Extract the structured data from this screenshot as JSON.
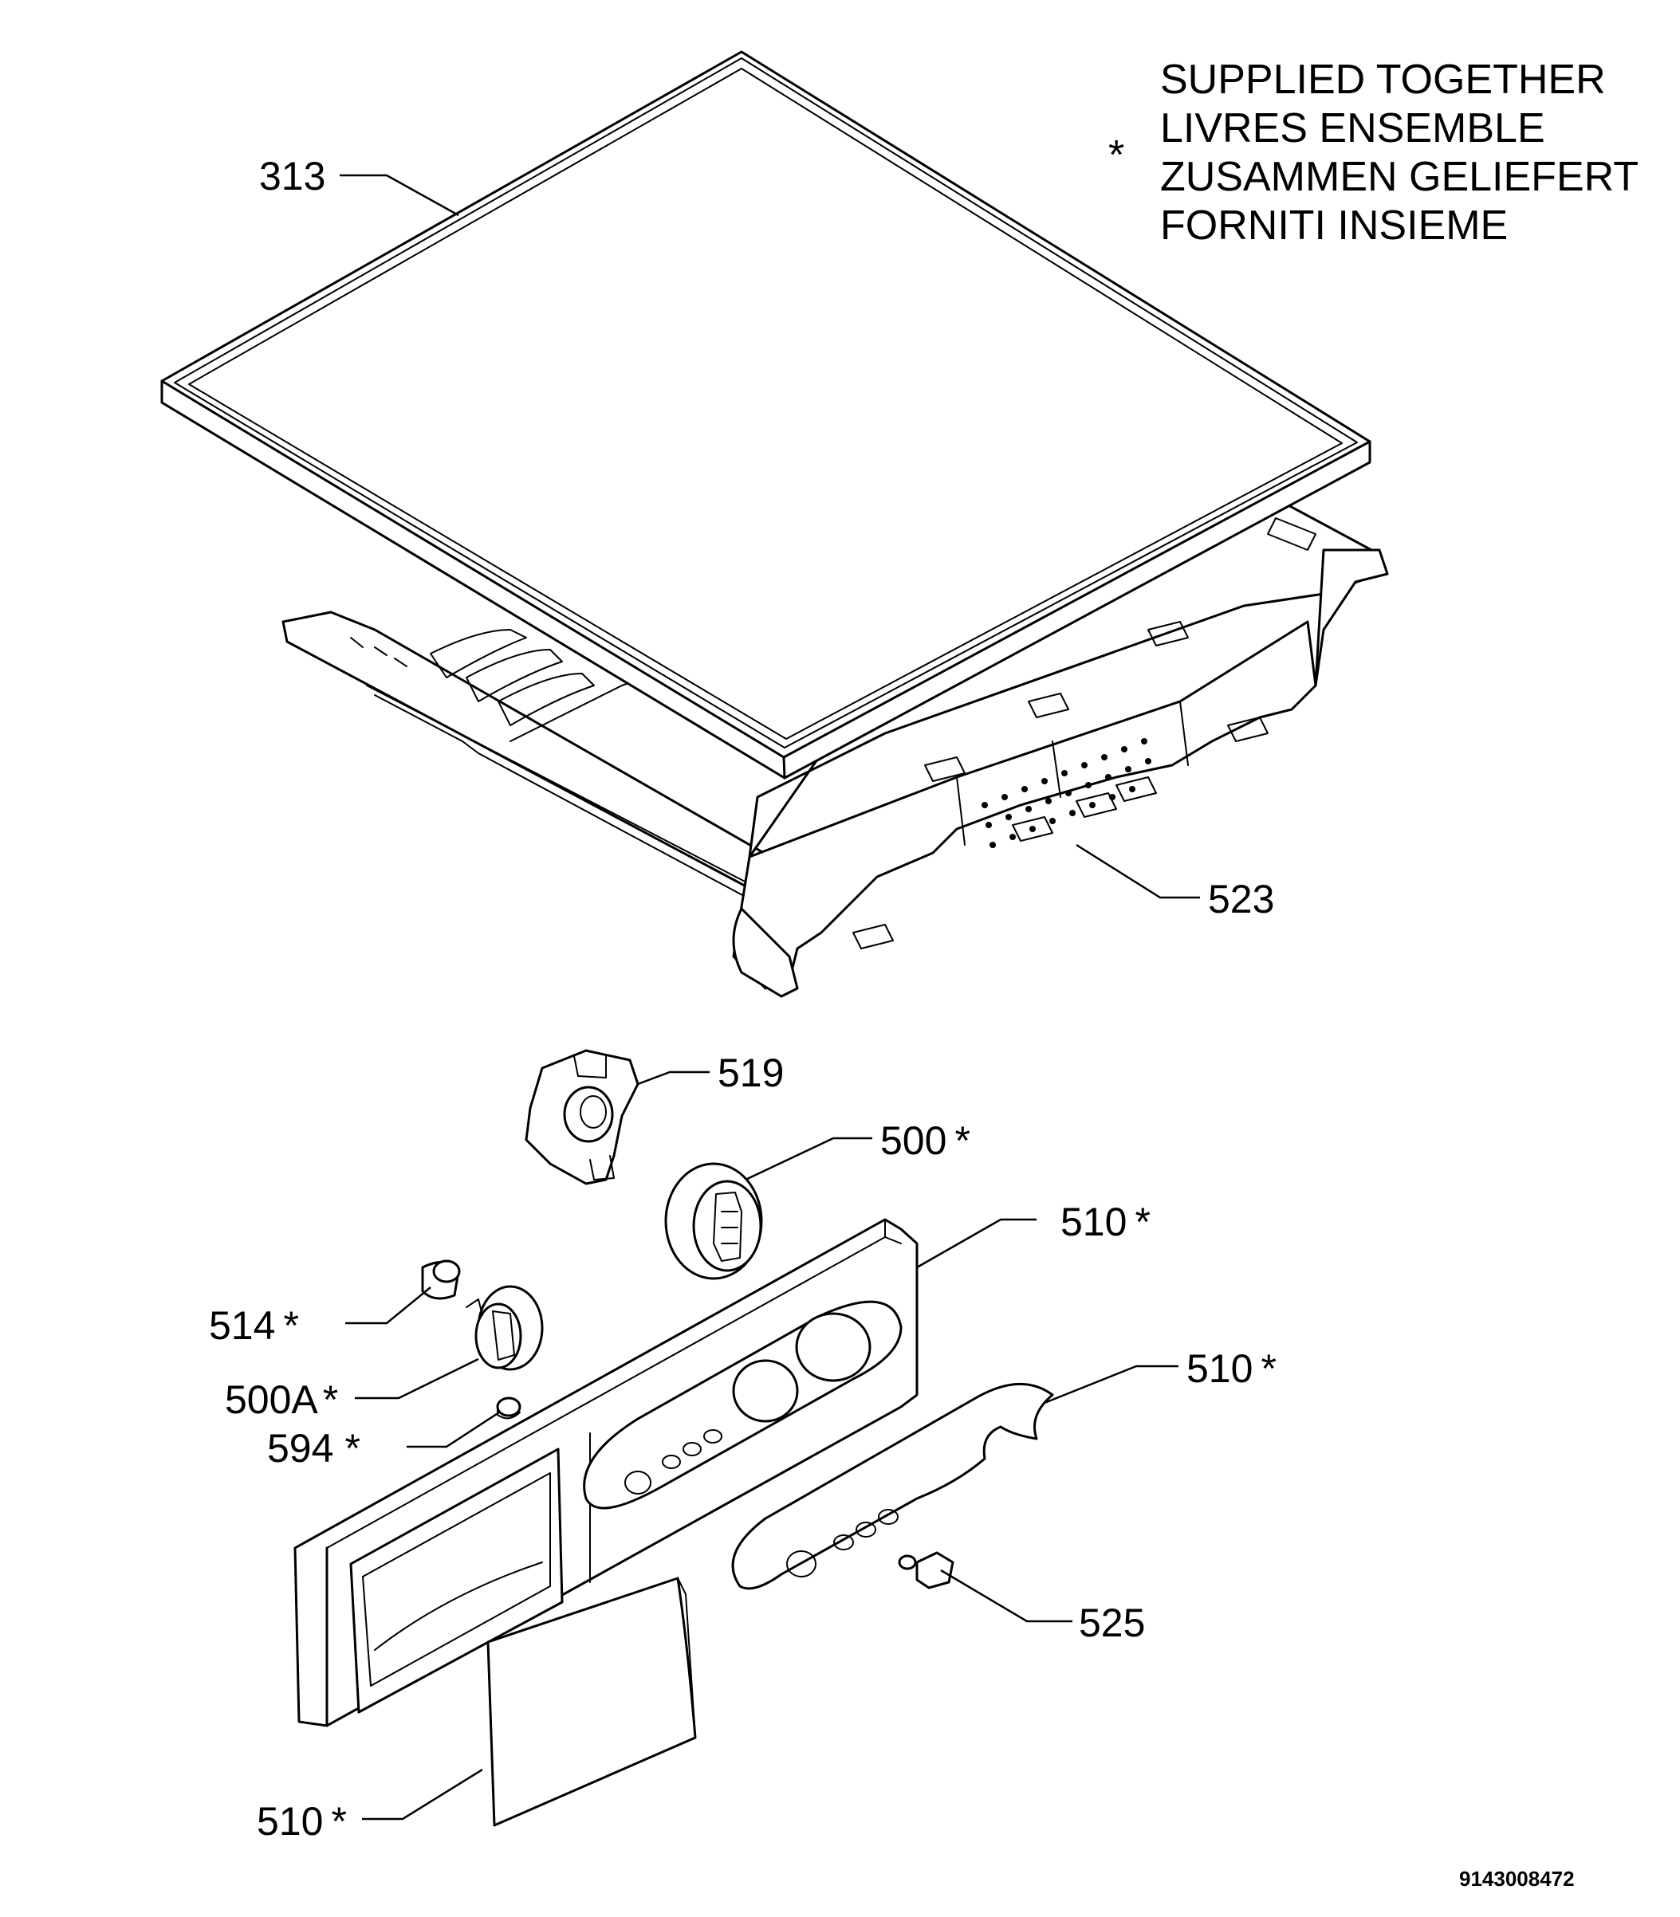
{
  "legend": {
    "symbol": "*",
    "lines": [
      "SUPPLIED TOGETHER",
      "LIVRES ENSEMBLE",
      "ZUSAMMEN GELIEFERT",
      "FORNITI INSIEME"
    ]
  },
  "labels": {
    "p313": "313",
    "p523": "523",
    "p519": "519",
    "p500": "500",
    "p510_panel": "510",
    "p514": "514",
    "p500a": "500A",
    "p510_insert": "510",
    "p594": "594",
    "p525": "525",
    "p510_drawer": "510"
  },
  "star": "*",
  "drawing_code": "9143008472"
}
